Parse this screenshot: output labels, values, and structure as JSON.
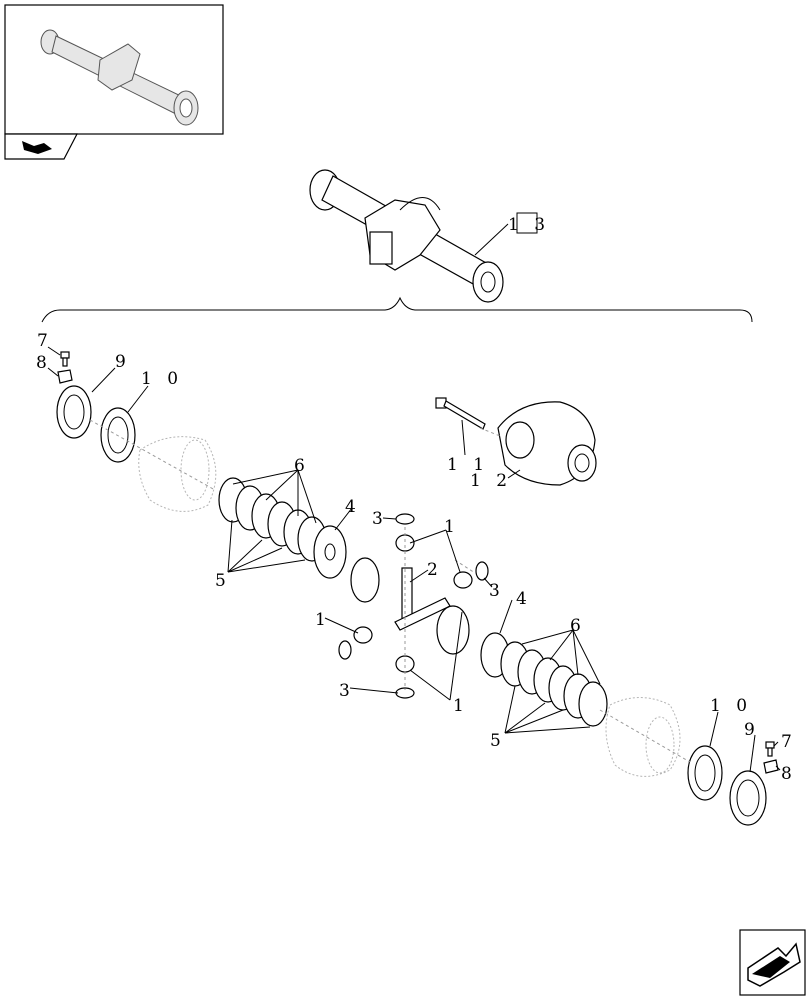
{
  "navigation": {
    "thumbnail_icon": "axle-assembly-thumbnail-icon",
    "back_icon": "back-arrow-icon",
    "next_icon": "next-page-arrow-icon"
  },
  "assembly_callout": "1 3",
  "callouts": {
    "c1_top": "1",
    "c1_left": "1",
    "c1_bottom": "1",
    "c2": "2",
    "c3_top": "3",
    "c3_right": "3",
    "c3_bottom": "3",
    "c4_left": "4",
    "c4_right": "4",
    "c5_left": "5",
    "c5_right": "5",
    "c6_left": "6",
    "c6_right": "6",
    "c7_left": "7",
    "c7_right": "7",
    "c8_left": "8",
    "c8_right": "8",
    "c9_left": "9",
    "c9_right": "9",
    "c10_left": "1 0",
    "c10_right": "1 0",
    "c11": "1 1",
    "c12": "1 2"
  }
}
